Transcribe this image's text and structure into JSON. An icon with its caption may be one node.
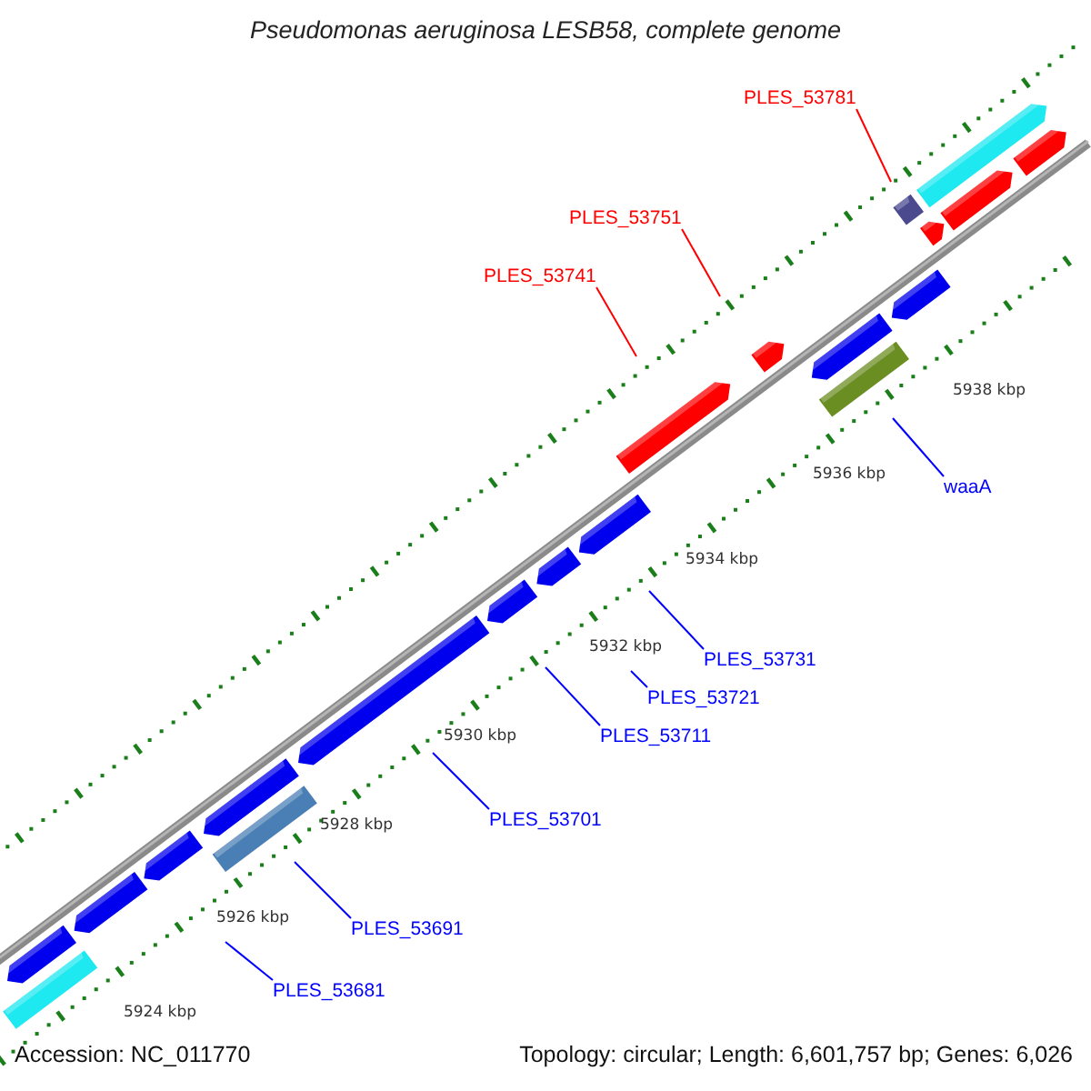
{
  "diagram": {
    "title": "Pseudomonas aeruginosa LESB58, complete genome",
    "nodes": [
      {
        "text": [
          "PLES_53781"
        ]
      },
      {
        "text": [
          "PLES_53751"
        ]
      },
      {
        "text": [
          "PLES_53741"
        ]
      },
      {
        "text": [
          "waaA"
        ]
      },
      {
        "text": [
          "PLES_53731"
        ]
      },
      {
        "text": [
          "PLES_53721"
        ]
      },
      {
        "text": [
          "PLES_53711"
        ]
      },
      {
        "text": [
          "PLES_53701"
        ]
      },
      {
        "text": [
          "PLES_53691"
        ]
      },
      {
        "text": [
          "PLES_53681"
        ]
      }
    ],
    "edges": [
      {
        "from": 0,
        "to": null,
        "arrow": "none",
        "color": "#ff0000"
      },
      {
        "from": 1,
        "to": null,
        "arrow": "none",
        "color": "#ff0000"
      },
      {
        "from": 2,
        "to": null,
        "arrow": "none",
        "color": "#ff0000"
      },
      {
        "from": 3,
        "to": null,
        "arrow": "none"
      },
      {
        "from": 4,
        "to": null,
        "arrow": "none"
      },
      {
        "from": 5,
        "to": null,
        "arrow": "none"
      },
      {
        "from": 6,
        "to": null,
        "arrow": "none"
      },
      {
        "from": 7,
        "to": null,
        "arrow": "none"
      },
      {
        "from": 8,
        "to": null,
        "arrow": "none"
      },
      {
        "from": 9,
        "to": null,
        "arrow": "none"
      }
    ],
    "labels": [
      "5938 kbp",
      "5936 kbp",
      "5934 kbp",
      "5932 kbp",
      "5930 kbp",
      "5928 kbp",
      "5926 kbp",
      "5924 kbp",
      "Accession: NC_011770",
      "Topology: circular; Length: 6,601,757 bp; Genes: 6,026"
    ]
  }
}
